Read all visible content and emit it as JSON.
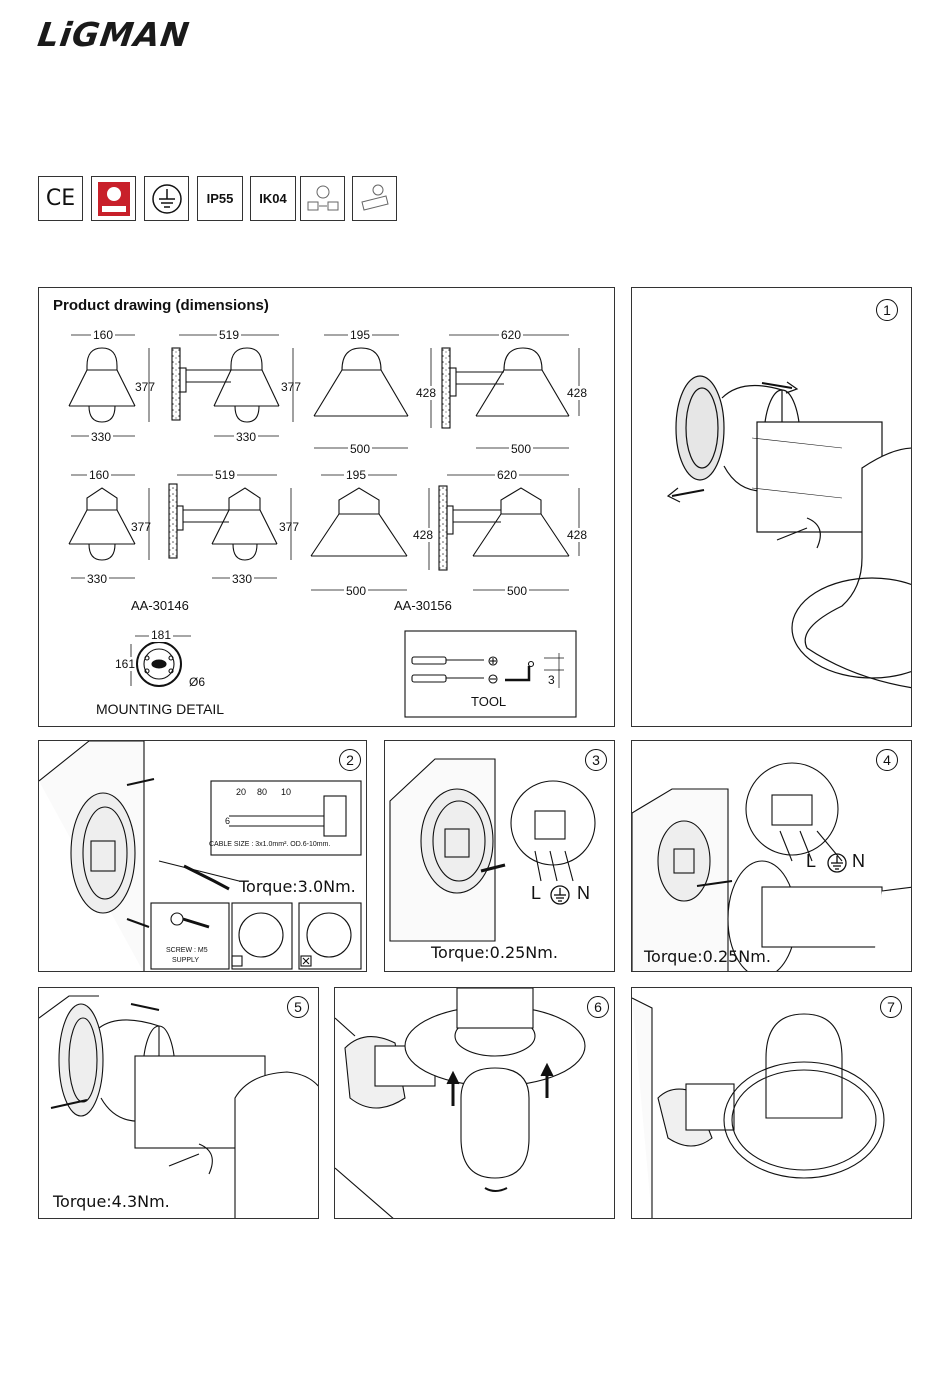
{
  "brand": {
    "logo_text": "LiGMAN"
  },
  "certifications": [
    {
      "label": "CE",
      "icon": "ce-mark-icon"
    },
    {
      "label": "",
      "icon": "quality-mark-icon"
    },
    {
      "label": "",
      "icon": "earth-class-icon"
    },
    {
      "label": "IP55",
      "icon": "ip-rating-icon"
    },
    {
      "label": "IK04",
      "icon": "ik-rating-icon"
    },
    {
      "label": "",
      "icon": "rotation-adjust-icon"
    },
    {
      "label": "",
      "icon": "fixture-variant-icon"
    }
  ],
  "product_drawing": {
    "title": "Product drawing (dimensions)",
    "row1": {
      "a_top": "160",
      "a_height": "377",
      "a_bottom": "330",
      "b_top": "519",
      "b_height": "377",
      "b_bottom": "330",
      "c_top": "195",
      "c_left_height": "428",
      "c_bottom": "500",
      "d_top": "620",
      "d_right_height": "428",
      "d_bottom": "500"
    },
    "row2": {
      "a_top": "160",
      "a_height": "377",
      "a_bottom": "330",
      "b_top": "519",
      "b_height": "377",
      "b_bottom": "330",
      "c_top": "195",
      "c_left_height": "428",
      "c_bottom": "500",
      "d_top": "620",
      "d_right_height": "428",
      "d_bottom": "500"
    },
    "model_left": "AA-30146",
    "model_right": "AA-30156",
    "mounting": {
      "width": "181",
      "height": "161",
      "hole": "Ø6",
      "label": "MOUNTING DETAIL"
    },
    "tool": {
      "label": "TOOL",
      "allen_size": "3"
    }
  },
  "steps": {
    "s1": {
      "num": "1"
    },
    "s2": {
      "num": "2",
      "torque": "Torque:3.0Nm.",
      "strip_a": "20",
      "strip_b": "80",
      "strip_c": "10",
      "strip_d": "6",
      "cable": "CABLE SIZE : 3x1.0mm². OD.6-10mm.",
      "screw_1": "SCREW : M5",
      "screw_2": "SUPPLY"
    },
    "s3": {
      "num": "3",
      "torque": "Torque:0.25Nm.",
      "l": "L",
      "n": "N"
    },
    "s4": {
      "num": "4",
      "torque": "Torque:0.25Nm.",
      "l": "L",
      "n": "N"
    },
    "s5": {
      "num": "5",
      "torque": "Torque:4.3Nm."
    },
    "s6": {
      "num": "6"
    },
    "s7": {
      "num": "7"
    }
  }
}
